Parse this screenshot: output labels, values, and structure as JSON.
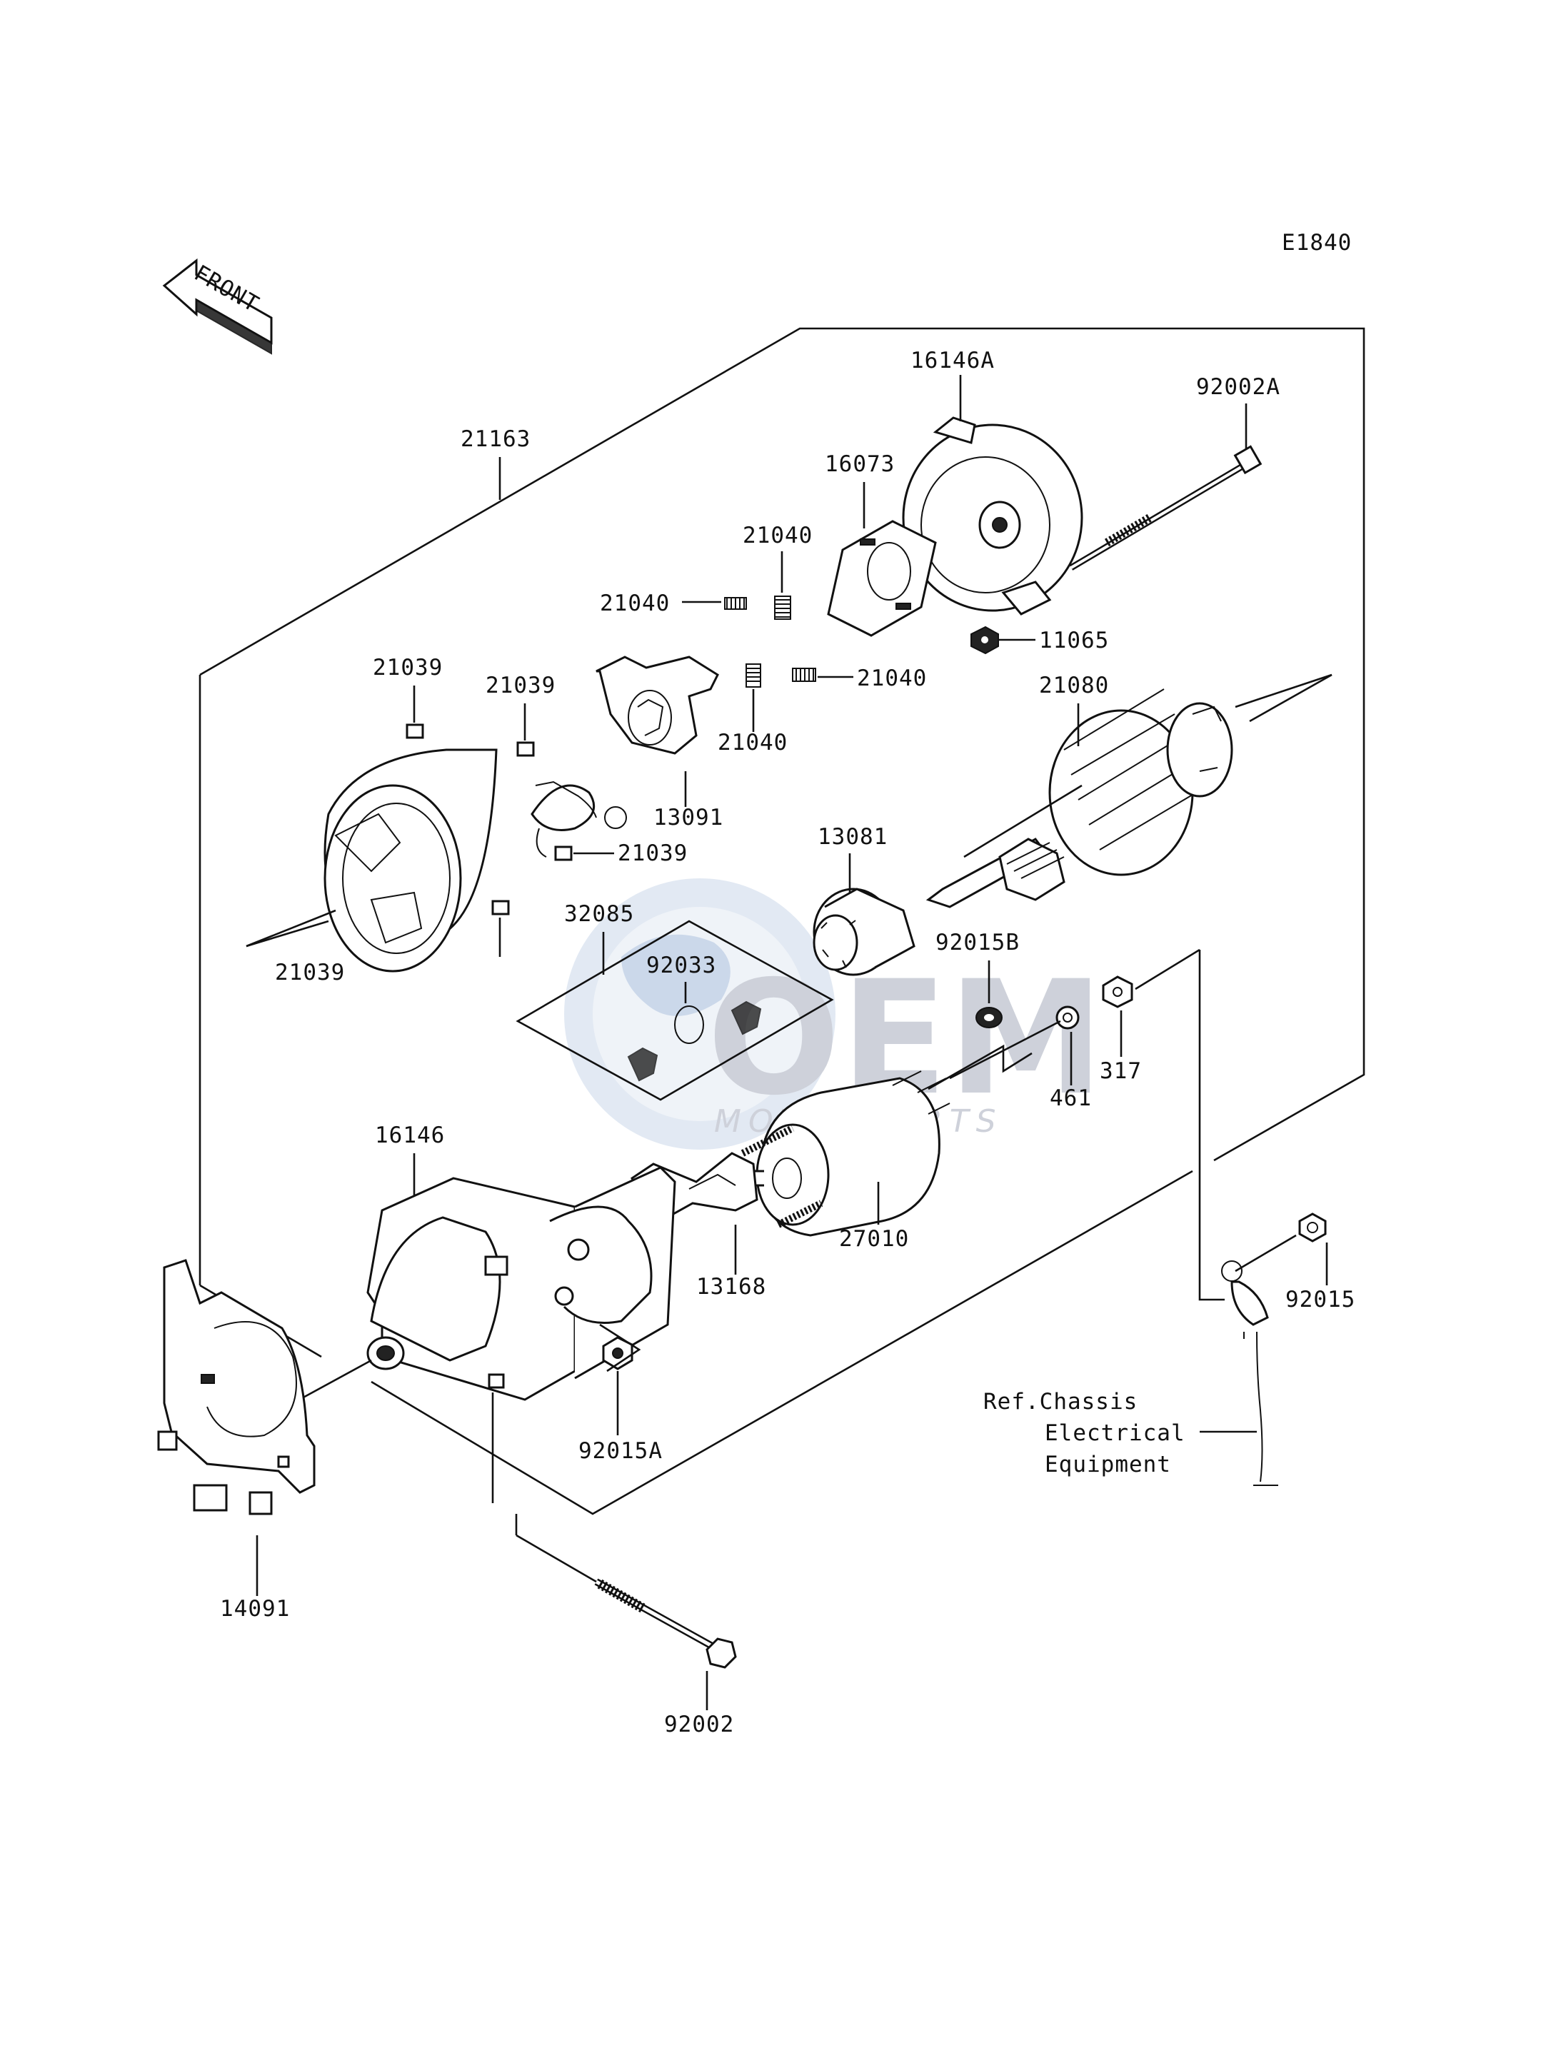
{
  "diagram": {
    "code": "E1840",
    "front_label": "FRONT",
    "watermark": {
      "brand": "OEM",
      "sub": "MOTORPARTS"
    },
    "reference_note": [
      "Ref.Chassis",
      "Electrical",
      "Equipment"
    ],
    "part_labels": {
      "p16146A": "16146A",
      "p92002A": "92002A",
      "p21163": "21163",
      "p16073": "16073",
      "p21040_a": "21040",
      "p21040_b": "21040",
      "p21040_c": "21040",
      "p21040_d": "21040",
      "p11065": "11065",
      "p21039_a": "21039",
      "p21039_b": "21039",
      "p21039_c": "21039",
      "p21039_d": "21039",
      "p13091": "13091",
      "p21080": "21080",
      "p13081": "13081",
      "p32085": "32085",
      "p92033": "92033",
      "p92015B": "92015B",
      "p317": "317",
      "p461": "461",
      "p16146": "16146",
      "p27010": "27010",
      "p13168": "13168",
      "p92015": "92015",
      "p92015A": "92015A",
      "p14091": "14091",
      "p92002": "92002"
    }
  }
}
